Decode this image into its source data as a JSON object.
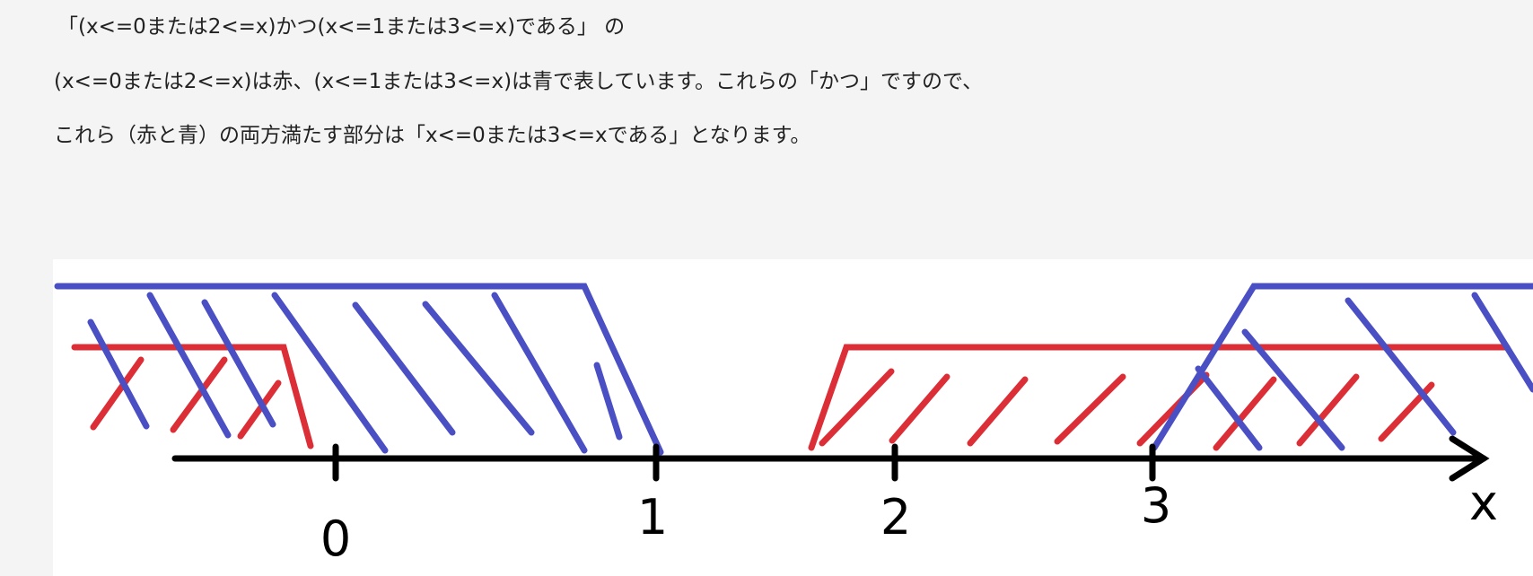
{
  "text": {
    "line1": "「(x<=0または2<=x)かつ(x<=1または3<=x)である」 の",
    "line2": "(x<=0または2<=x)は赤、(x<=1または3<=x)は青で表しています。これらの「かつ」ですので、",
    "line3": "これら（赤と青）の両方満たす部分は「x<=0または3<=xである」となります。"
  },
  "diagram": {
    "ticks": [
      "0",
      "1",
      "2",
      "3"
    ],
    "axis_label": "x",
    "colors": {
      "red": "#dc2e36",
      "blue": "#4a4fc3",
      "axis": "#000000"
    }
  }
}
